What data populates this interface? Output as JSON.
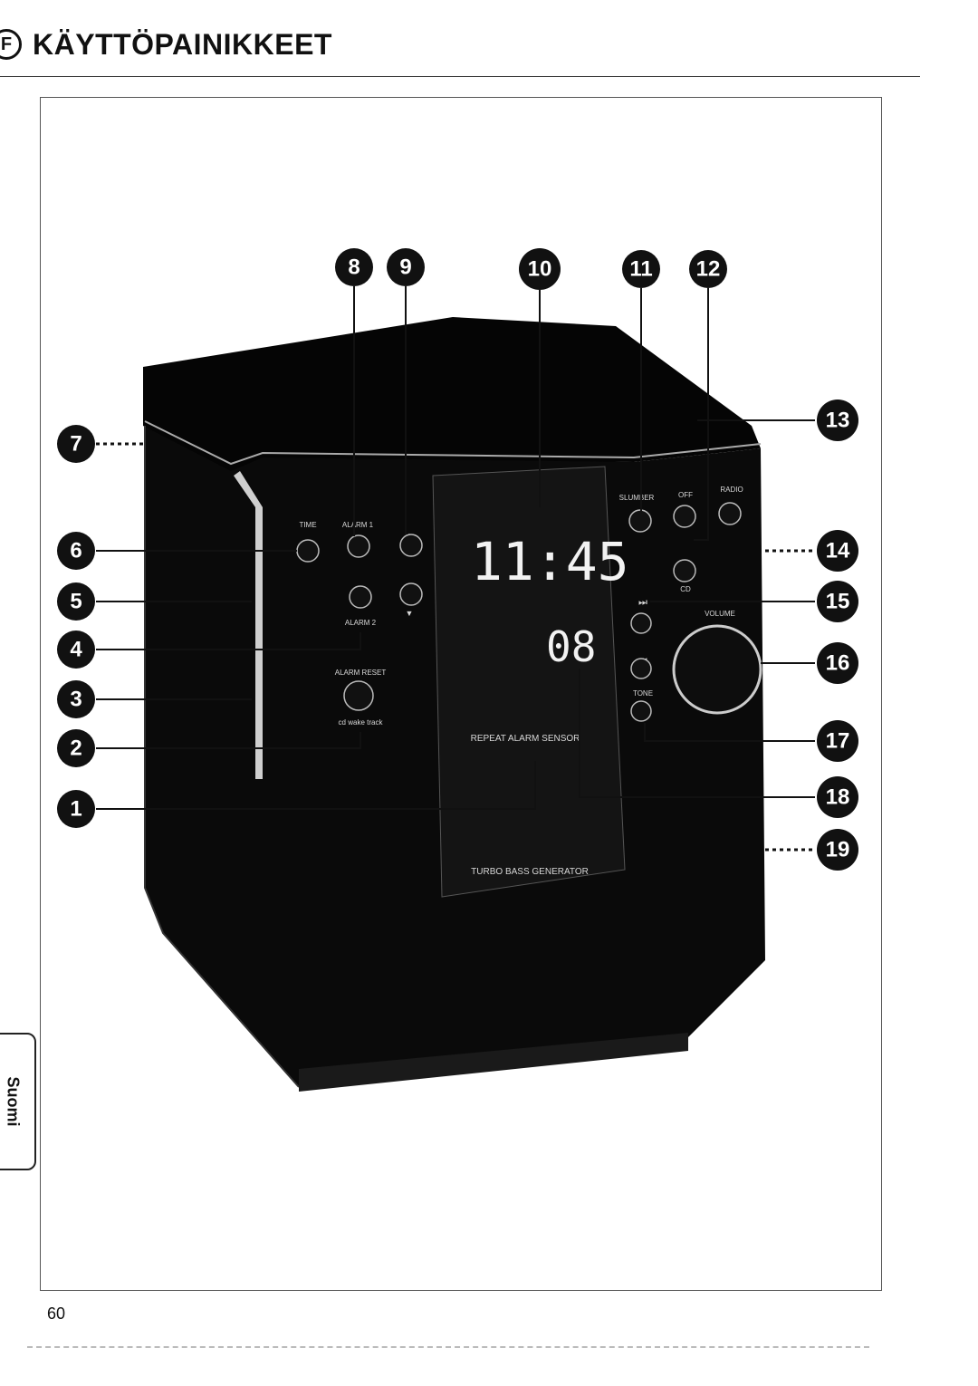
{
  "header": {
    "language_badge": "F",
    "title": "KÄYTTÖPAINIKKEET"
  },
  "device": {
    "display_time": "11:45",
    "display_track": "08",
    "labels": {
      "time": "TIME",
      "alarm1": "ALARM 1",
      "alarm2": "ALARM 2",
      "alarm_reset": "ALARM RESET",
      "cd_wake_track": "cd wake track",
      "slumber": "SLUMBER",
      "off": "OFF",
      "radio": "RADIO",
      "cd": "CD",
      "volume": "VOLUME",
      "tone": "TONE",
      "repeat_alarm_sensor": "REPEAT ALARM SENSOR",
      "turbo_bass": "TURBO BASS GENERATOR",
      "next_icon": "⏭",
      "prev_icon": "⏮",
      "up_icon": "▲",
      "down_icon": "▼"
    }
  },
  "callouts": {
    "c1": "1",
    "c2": "2",
    "c3": "3",
    "c4": "4",
    "c5": "5",
    "c6": "6",
    "c7": "7",
    "c8": "8",
    "c9": "9",
    "c10": "10",
    "c11": "11",
    "c12": "12",
    "c13": "13",
    "c14": "14",
    "c15": "15",
    "c16": "16",
    "c17": "17",
    "c18": "18",
    "c19": "19"
  },
  "side_tab": {
    "label": "Suomi"
  },
  "footer": {
    "page_number": "60"
  }
}
